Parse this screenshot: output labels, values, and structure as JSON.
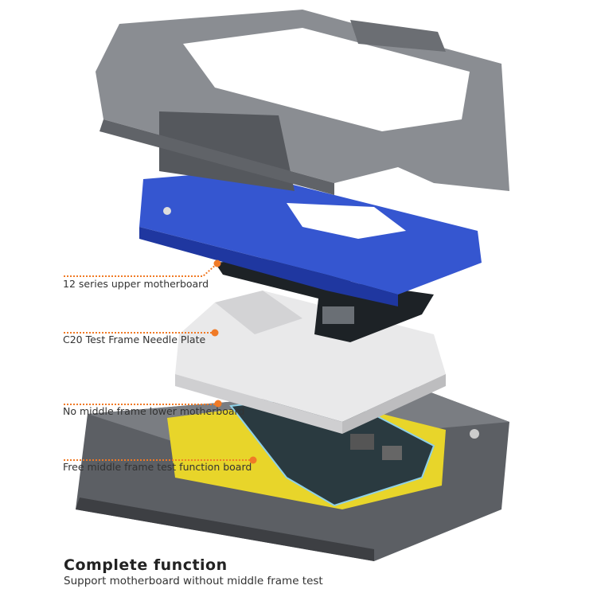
{
  "callouts": [
    {
      "label": "12 series upper motherboard"
    },
    {
      "label": "C20 Test Frame Needle Plate"
    },
    {
      "label": "No middle frame lower motherboard"
    },
    {
      "label": "Free middle frame test function board"
    }
  ],
  "footer": {
    "title": "Complete function",
    "subtitle": "Support motherboard without middle frame test"
  },
  "colors": {
    "accent": "#f07a26",
    "frame_gray": "#8a8d92",
    "blue_plate": "#2f4fc7",
    "yellow_board": "#e8d52a",
    "needle_plate": "#e6e6e6"
  }
}
